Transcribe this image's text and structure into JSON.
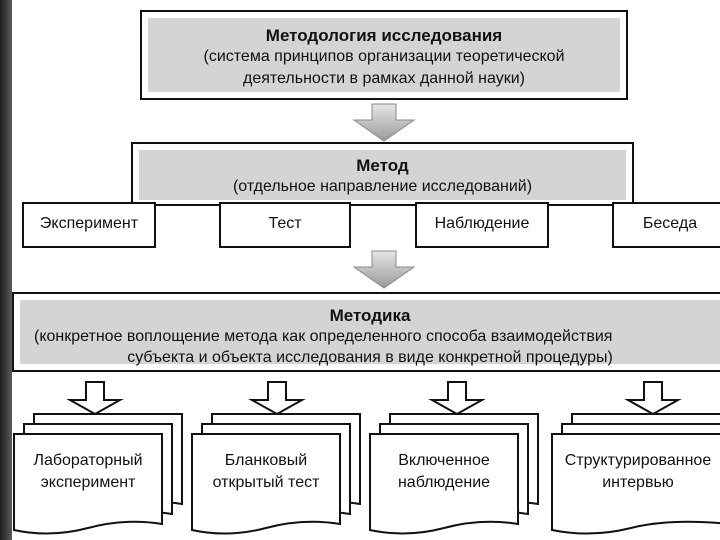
{
  "methodology": {
    "title": "Методология исследования",
    "line1": "(система принципов организации теоретической",
    "line2": "деятельности в рамках данной науки)"
  },
  "method": {
    "title": "Метод",
    "line1": "(отдельное направление исследований)",
    "items": [
      "Эксперимент",
      "Тест",
      "Наблюдение",
      "Беседа"
    ]
  },
  "technique": {
    "title": "Методика",
    "line1": "(конкретное воплощение метода как определенного способа взаимодействия",
    "line2": "субъекта и объекта исследования в виде конкретной процедуры)"
  },
  "documents": [
    {
      "line1": "Лабораторный",
      "line2": "эксперимент"
    },
    {
      "line1": "Бланковый",
      "line2": "открытый тест"
    },
    {
      "line1": "Включенное",
      "line2": "наблюдение"
    },
    {
      "line1": "Структурированное",
      "line2": "интервью"
    }
  ],
  "colors": {
    "shade": "#d4d4d4",
    "border": "#111111",
    "arrow_fill": "#c8c8c8"
  }
}
